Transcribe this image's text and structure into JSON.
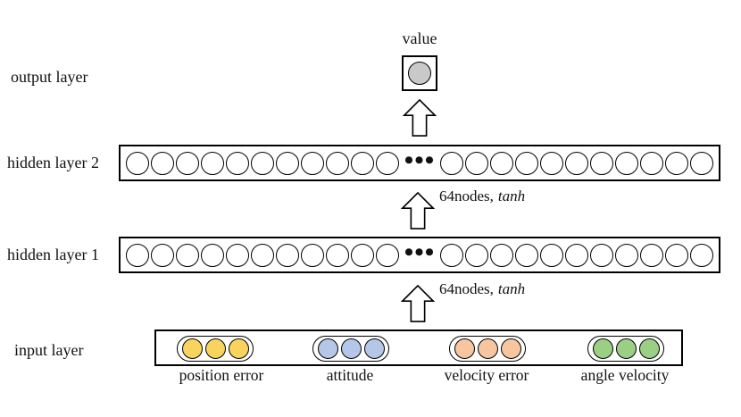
{
  "diagram": {
    "output_layer": {
      "row_label": "output layer",
      "node_label": "value"
    },
    "hidden_layers": [
      {
        "row_label": "hidden layer 2",
        "left_nodes": 11,
        "right_nodes": 11,
        "ellipsis": "•••"
      },
      {
        "row_label": "hidden layer 1",
        "left_nodes": 11,
        "right_nodes": 11,
        "ellipsis": "•••"
      }
    ],
    "arrow_annotations": [
      {
        "nodes_text": "64nodes,",
        "activation": "tanh"
      },
      {
        "nodes_text": "64nodes,",
        "activation": "tanh"
      }
    ],
    "input_layer": {
      "row_label": "input layer",
      "groups": [
        {
          "label": "position error",
          "color": "#F8D45F",
          "nodes": 3
        },
        {
          "label": "attitude",
          "color": "#B5C6E8",
          "nodes": 3
        },
        {
          "label": "velocity error",
          "color": "#F7C6A0",
          "nodes": 3
        },
        {
          "label": "angle velocity",
          "color": "#9CCF86",
          "nodes": 3
        }
      ]
    },
    "colors": {
      "output_node_fill": "#C9C9C9",
      "stroke": "#000000",
      "background": "#FFFFFF"
    }
  }
}
